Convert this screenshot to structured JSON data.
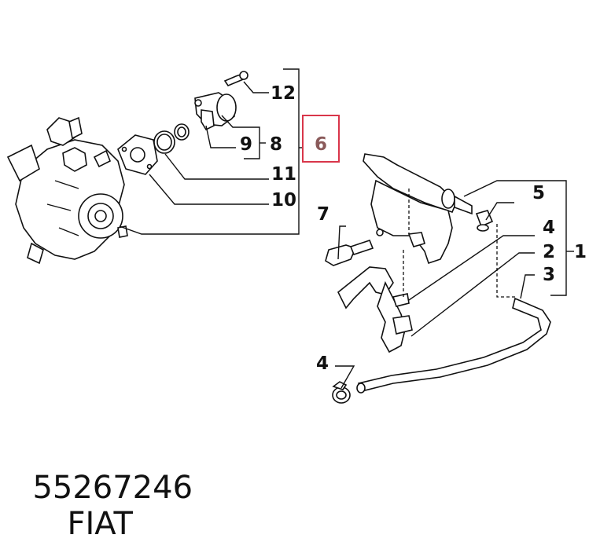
{
  "part_numbers": [
    "12",
    "9",
    "8",
    "6",
    "11",
    "10",
    "7",
    "5",
    "4",
    "2",
    "1",
    "3",
    "4"
  ],
  "highlighted_ref": "6",
  "highlight_color": "#d9364a",
  "caption": {
    "code": "55267246",
    "brand": "FIAT"
  }
}
